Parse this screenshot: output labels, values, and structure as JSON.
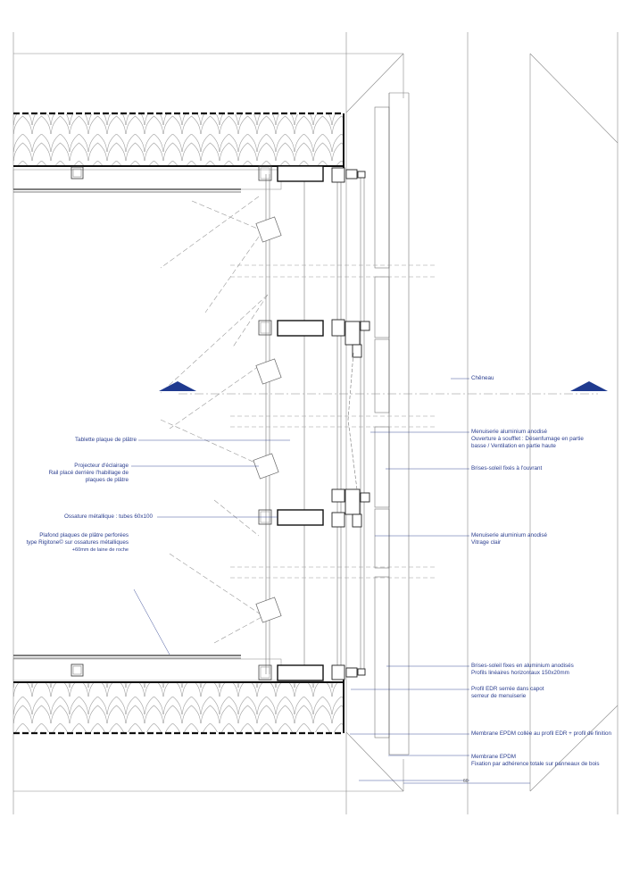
{
  "colors": {
    "line": "#555555",
    "light": "#9a9a9a",
    "annotation": "#2b3e8f",
    "marker": "#1f3a8f"
  },
  "labels_left": {
    "tablette": [
      "Tablette plaque de plâtre"
    ],
    "projecteur": [
      "Projecteur d'éclairage",
      "Rail placé derrière l'habillage de",
      "plaques de plâtre"
    ],
    "ossature": [
      "Ossature métallique : tubes 60x100"
    ],
    "plafond": [
      "Plafond plaques de plâtre perforées",
      "type Rigitone© sur ossatures métalliques",
      "+60mm de laine de roche"
    ]
  },
  "labels_right": {
    "cheneau": [
      "Chêneau"
    ],
    "menuiserie_anodise": [
      "Menuiserie aluminium anodisé",
      "Ouverture à soufflet : Désenfumage en partie",
      "basse / Ventilation en partie haute"
    ],
    "brises_ouvrant": [
      "Brises-soleil fixés à l'ouvrant"
    ],
    "vitrage": [
      "Menuiserie aluminium anodisé",
      "Vitrage clair"
    ],
    "brises_fixes": [
      "Brises-soleil fixes en aluminium anodisés",
      "Profils linéaires horizontaux 150x20mm"
    ],
    "profil_edr": [
      "Profil EDR serrée dans capot",
      "serreur de menuiserie"
    ],
    "membrane_colle": [
      "Membrane EPDM collée au profil EDR + profil de finition"
    ],
    "membrane_epdm": [
      "Membrane EPDM",
      "Fixation par adhérence totale sur panneaux de bois"
    ]
  },
  "dimension_label": "60"
}
